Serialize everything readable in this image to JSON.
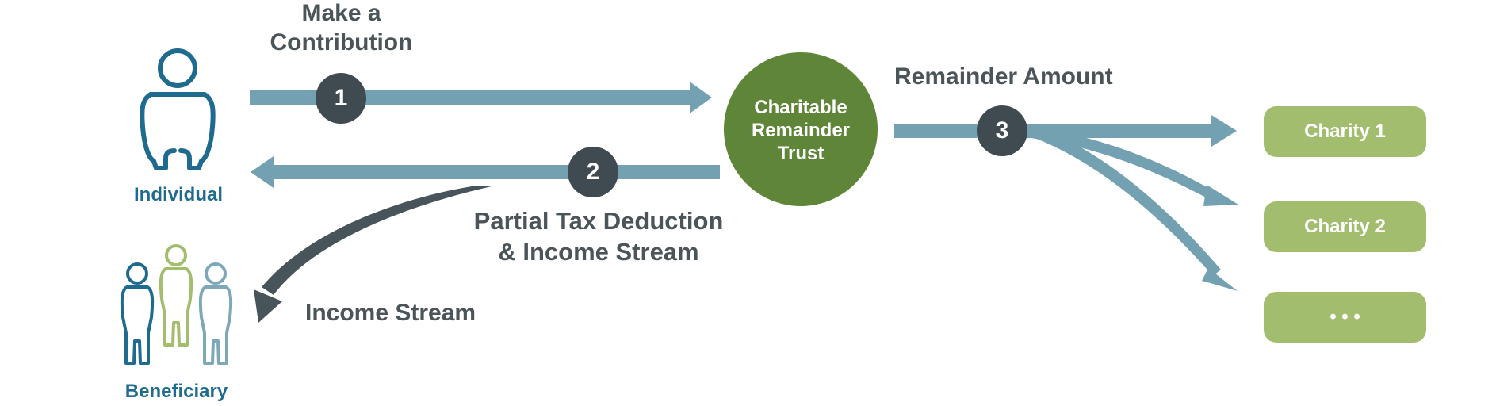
{
  "labels": {
    "make_contribution_line1": "Make a",
    "make_contribution_line2": "Contribution",
    "remainder_amount": "Remainder Amount",
    "partial_tax_line1": "Partial Tax Deduction",
    "partial_tax_line2": "& Income Stream",
    "income_stream": "Income Stream",
    "individual": "Individual",
    "beneficiary": "Beneficiary"
  },
  "trust": {
    "line1": "Charitable",
    "line2": "Remainder",
    "line3": "Trust"
  },
  "steps": [
    "1",
    "2",
    "3"
  ],
  "charities": [
    "Charity 1",
    "Charity 2",
    "• • •"
  ],
  "colors": {
    "arrow": "#74a1b2",
    "arrow_dark": "#475459",
    "badge": "#3f4b50",
    "trust": "#5f8538",
    "charity": "#a3bd6f",
    "individual": "#1f6b90",
    "beneficiary_green": "#a3bd6f",
    "beneficiary_light": "#7ea8b8",
    "label_text": "#4b5559"
  },
  "icons": [
    "person-icon",
    "people-group-icon"
  ]
}
